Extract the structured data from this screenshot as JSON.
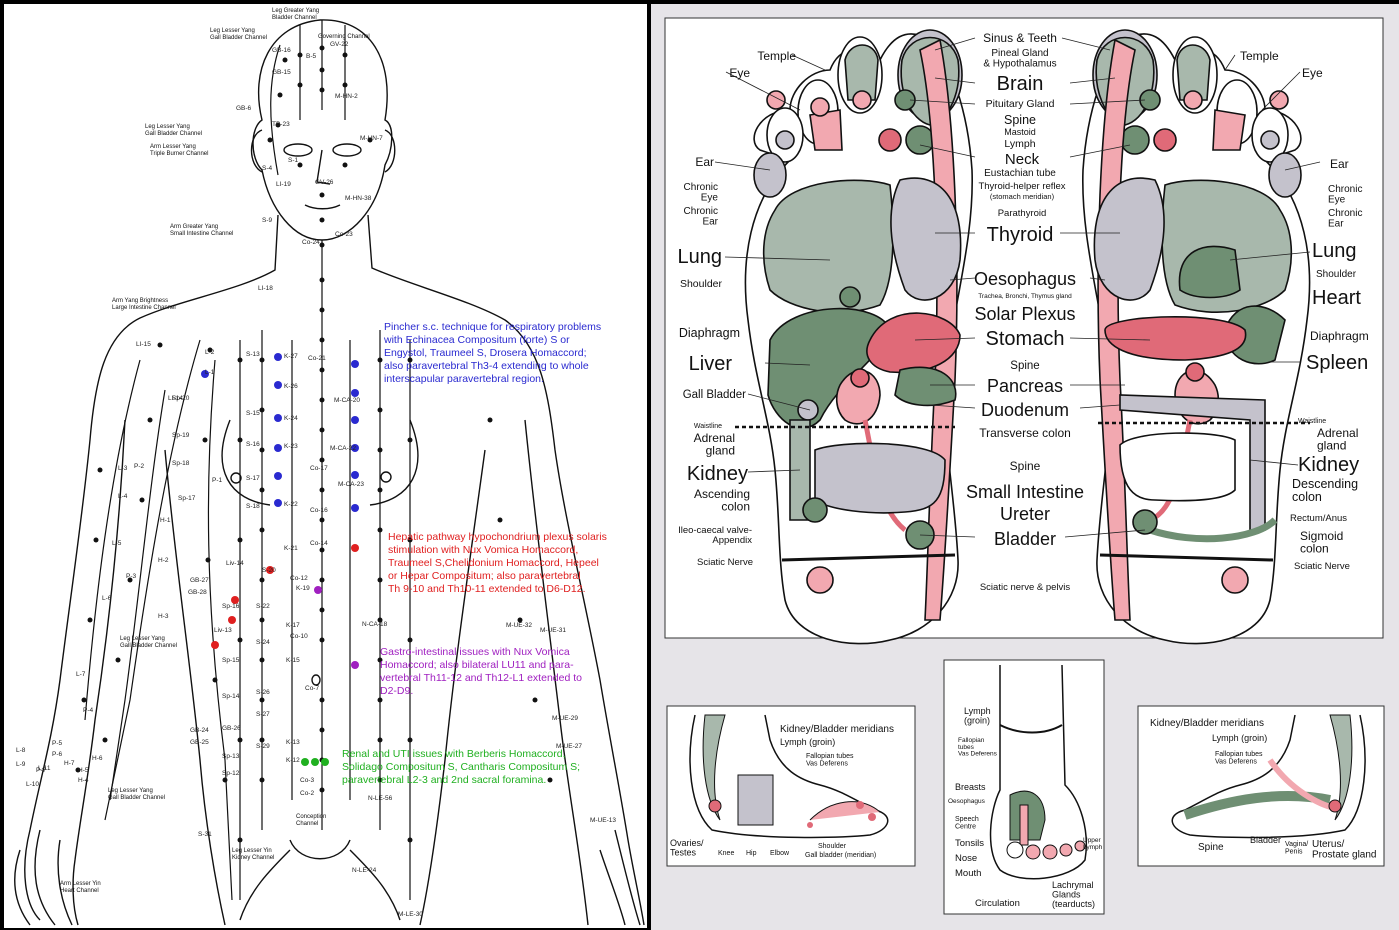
{
  "body_chart": {
    "channel_labels": [
      "Leg Greater Yang\nBladder Channel",
      "Leg Lesser Yang\nGall Bladder Channel",
      "Governing Channel",
      "Leg Lesser Yang\nGall Bladder Channel",
      "Arm Lesser Yang\nTriple Burner Channel",
      "Arm Greater Yang\nSmall Intestine Channel",
      "Arm Yang Brightness\nLarge Intestine Channel",
      "Leg Lesser Yang\nGall Bladder Channel",
      "Leg Lesser Yang\nGall Bladder Channel",
      "Leg Lesser Yin\nKidney Channel",
      "Conception\nChannel",
      "Arm Lesser Yin\nHeart Channel"
    ],
    "notes": [
      {
        "color": "#2a2ad0",
        "lines": [
          "Pincher s.c. technique for respiratory problems",
          "with Echinacea Compositum (forte) S or",
          "Engystol, Traumeel S, Drosera Homaccord;",
          "also paravertebral Th3-4 extending to whole",
          "interscapular paravertebral region."
        ]
      },
      {
        "color": "#e02020",
        "lines": [
          "Hepatic pathway hypochondrium plexus solaris",
          "stimulation with Nux Vomica Homaccord,",
          "Traumeel S,Chelidonium Homaccord, Hepeel",
          "or Hepar Compositum; also paravertebral",
          "Th 9-10 and Th10-11 extended to D6-D12."
        ]
      },
      {
        "color": "#a020c0",
        "lines": [
          "Gastro-intestinal issues with Nux Vomica",
          "Homaccord; also bilateral LU11 and para-",
          "vertebral Th11-12 and Th12-L1 extended to",
          "D2-D9."
        ]
      },
      {
        "color": "#20b020",
        "lines": [
          "Renal and UTI issues with Berberis Homaccord,",
          "Solidago Compositum S, Cantharis Compositum S;",
          "paravertebral L2-3 and 2nd sacral foramina."
        ]
      }
    ],
    "point_labels": [
      "GB-16",
      "GV-22",
      "B-5",
      "GB-15",
      "M-HN-2",
      "GB-6",
      "TB-23",
      "M-HN-7",
      "S-1",
      "LI-19",
      "S-4",
      "GV-26",
      "M-HN-38",
      "Co-24",
      "S-9",
      "Co-23",
      "LI-18",
      "K-27",
      "Co-21",
      "S-13",
      "K-26",
      "S-15",
      "K-24",
      "S-16",
      "K-23",
      "S-17",
      "K-22",
      "S-18",
      "P-1",
      "Co-17",
      "Co-16",
      "Co-14",
      "K-21",
      "S-20",
      "Co-12",
      "K-19",
      "S-22",
      "K-17",
      "Co-10",
      "S-24",
      "K-15",
      "S-26",
      "Co-7",
      "S-27",
      "K-13",
      "S-29",
      "K-12",
      "Co-3",
      "Co-2",
      "L-1",
      "L-2",
      "L-3",
      "L-4",
      "L-5",
      "L-6",
      "L-7",
      "L-8",
      "L-9",
      "L-10",
      "L-11",
      "H-1",
      "H-2",
      "H-3",
      "H-4",
      "H-5",
      "H-6",
      "H-7",
      "P-2",
      "P-3",
      "P-4",
      "P-5",
      "P-6",
      "P-7",
      "LI-15",
      "LI-14",
      "Sp-20",
      "Sp-19",
      "Sp-18",
      "Sp-17",
      "Sp-16",
      "Sp-15",
      "Sp-14",
      "Sp-13",
      "Sp-12",
      "Liv-14",
      "Liv-13",
      "GB-24",
      "GB-25",
      "GB-26",
      "GB-27",
      "GB-28",
      "M-CA-20",
      "M-CA-22",
      "M-CA-23",
      "N-CA-18",
      "M-UE-31",
      "M-UE-32",
      "M-UE-29",
      "M-UE-27",
      "M-UE-13",
      "N-LE-24",
      "N-LE-56",
      "S-31",
      "M-LE-30"
    ]
  },
  "foot_chart": {
    "center_labels": [
      "Sinus & Teeth",
      "Pineal Gland\n& Hypothalamus",
      "Brain",
      "Pituitary Gland",
      "Spine",
      "Mastoid",
      "Lymph",
      "Neck",
      "Eustachian tube",
      "Thyroid-helper reflex",
      "(stomach meridian)",
      "Parathyroid",
      "Thyroid",
      "Oesophagus",
      "Trachea, Bronchi, Thymus gland",
      "Solar Plexus",
      "Stomach",
      "Spine",
      "Pancreas",
      "Duodenum",
      "Transverse colon",
      "Spine",
      "Small Intestine",
      "Ureter",
      "Bladder",
      "Sciatic nerve & pelvis"
    ],
    "left_labels": [
      "Temple",
      "Eye",
      "Ear",
      "Chronic\nEye",
      "Chronic\nEar",
      "Lung",
      "Shoulder",
      "Diaphragm",
      "Liver",
      "Gall Bladder",
      "Waistline",
      "Adrenal\ngland",
      "Kidney",
      "Ascending\ncolon",
      "Ileo-caecal valve-\nAppendix",
      "Sciatic Nerve"
    ],
    "right_labels": [
      "Temple",
      "Eye",
      "Ear",
      "Chronic\nEye",
      "Chronic\nEar",
      "Lung",
      "Shoulder",
      "Heart",
      "Diaphragm",
      "Spleen",
      "Waistline",
      "Adrenal\ngland",
      "Kidney",
      "Descending\ncolon",
      "Rectum/Anus",
      "Sigmoid\ncolon",
      "Sciatic Nerve"
    ],
    "inner_side": {
      "labels": [
        "Kidney/Bladder meridians",
        "Lymph (groin)",
        "Fallopian tubes\nVas Deferens",
        "Ovaries/\nTestes",
        "Knee",
        "Hip",
        "Elbow",
        "Shoulder",
        "Gall bladder (meridian)"
      ]
    },
    "top_view": {
      "labels": [
        "Lymph\n(groin)",
        "Fallopian\ntubes\nVas Deferens",
        "Breasts",
        "Oesophagus",
        "Speech\nCentre",
        "Tonsils",
        "Nose",
        "Mouth",
        "Circulation",
        "Lachrymal\nGlands\n(tearducts)",
        "Upper\nLymph"
      ]
    },
    "outer_side": {
      "labels": [
        "Kidney/Bladder meridians",
        "Lymph (groin)",
        "Fallopian tubes\nVas Deferens",
        "Spine",
        "Bladder",
        "Vagina/\nPenis",
        "Uterus/\nProstate gland"
      ]
    }
  },
  "colors": {
    "body_bg": "#ffffff",
    "foot_bg": "#e6e4e8",
    "lung_green": "#a8b8ac",
    "organ_green": "#6f8f73",
    "organ_pink": "#f2a8b0",
    "organ_red": "#e06a78",
    "organ_grey": "#c4c2cc",
    "dark_green": "#4e6e52"
  }
}
